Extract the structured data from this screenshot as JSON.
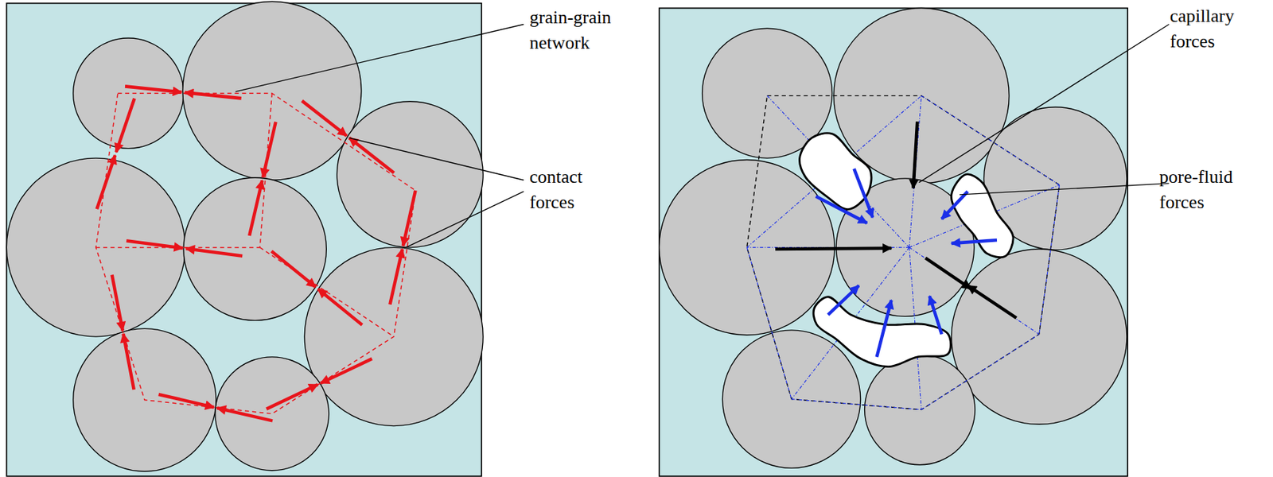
{
  "diagram": {
    "labels": [
      "grain-grain network",
      "contact forces",
      "capillary forces",
      "pore-fluid forces"
    ]
  }
}
